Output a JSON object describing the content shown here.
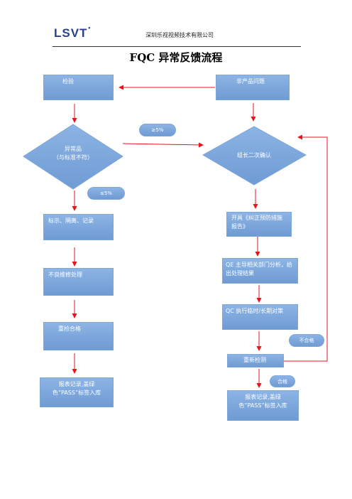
{
  "header": {
    "logo": "LSVT",
    "logo_mark": "•",
    "company": "深圳乐视视频技术有限公司"
  },
  "title": "FQC 异常反馈流程",
  "nodes": {
    "inspect": "检验",
    "non_product": "非产品问题",
    "abnormal_line1": "异常品",
    "abnormal_line2": "（与标准不符）",
    "leader_confirm": "组长二次确认",
    "mark_isolate": "标示、隔离、记录",
    "open_cap": "开具《纠正预防措施报告》",
    "repair": "不良维修处理",
    "qe_lead": "QE 主导相关部门分析，给出处理结果",
    "recheck_ok": "重检合格",
    "qc_execute": "QC 执行临时/长期对策",
    "retest": "重新检测",
    "report_left": "报表记录,盖绿色“PASS”标签入库",
    "report_right": "报表记录,盖绿色“PASS”标签入库"
  },
  "labels": {
    "ge5": "≥5%",
    "le5": "≤5%",
    "fail": "不合格",
    "pass": "合格"
  },
  "colors": {
    "box_fill": "#7ea8dc",
    "arrow": "#e8141c",
    "logo": "#2b3f8f"
  }
}
